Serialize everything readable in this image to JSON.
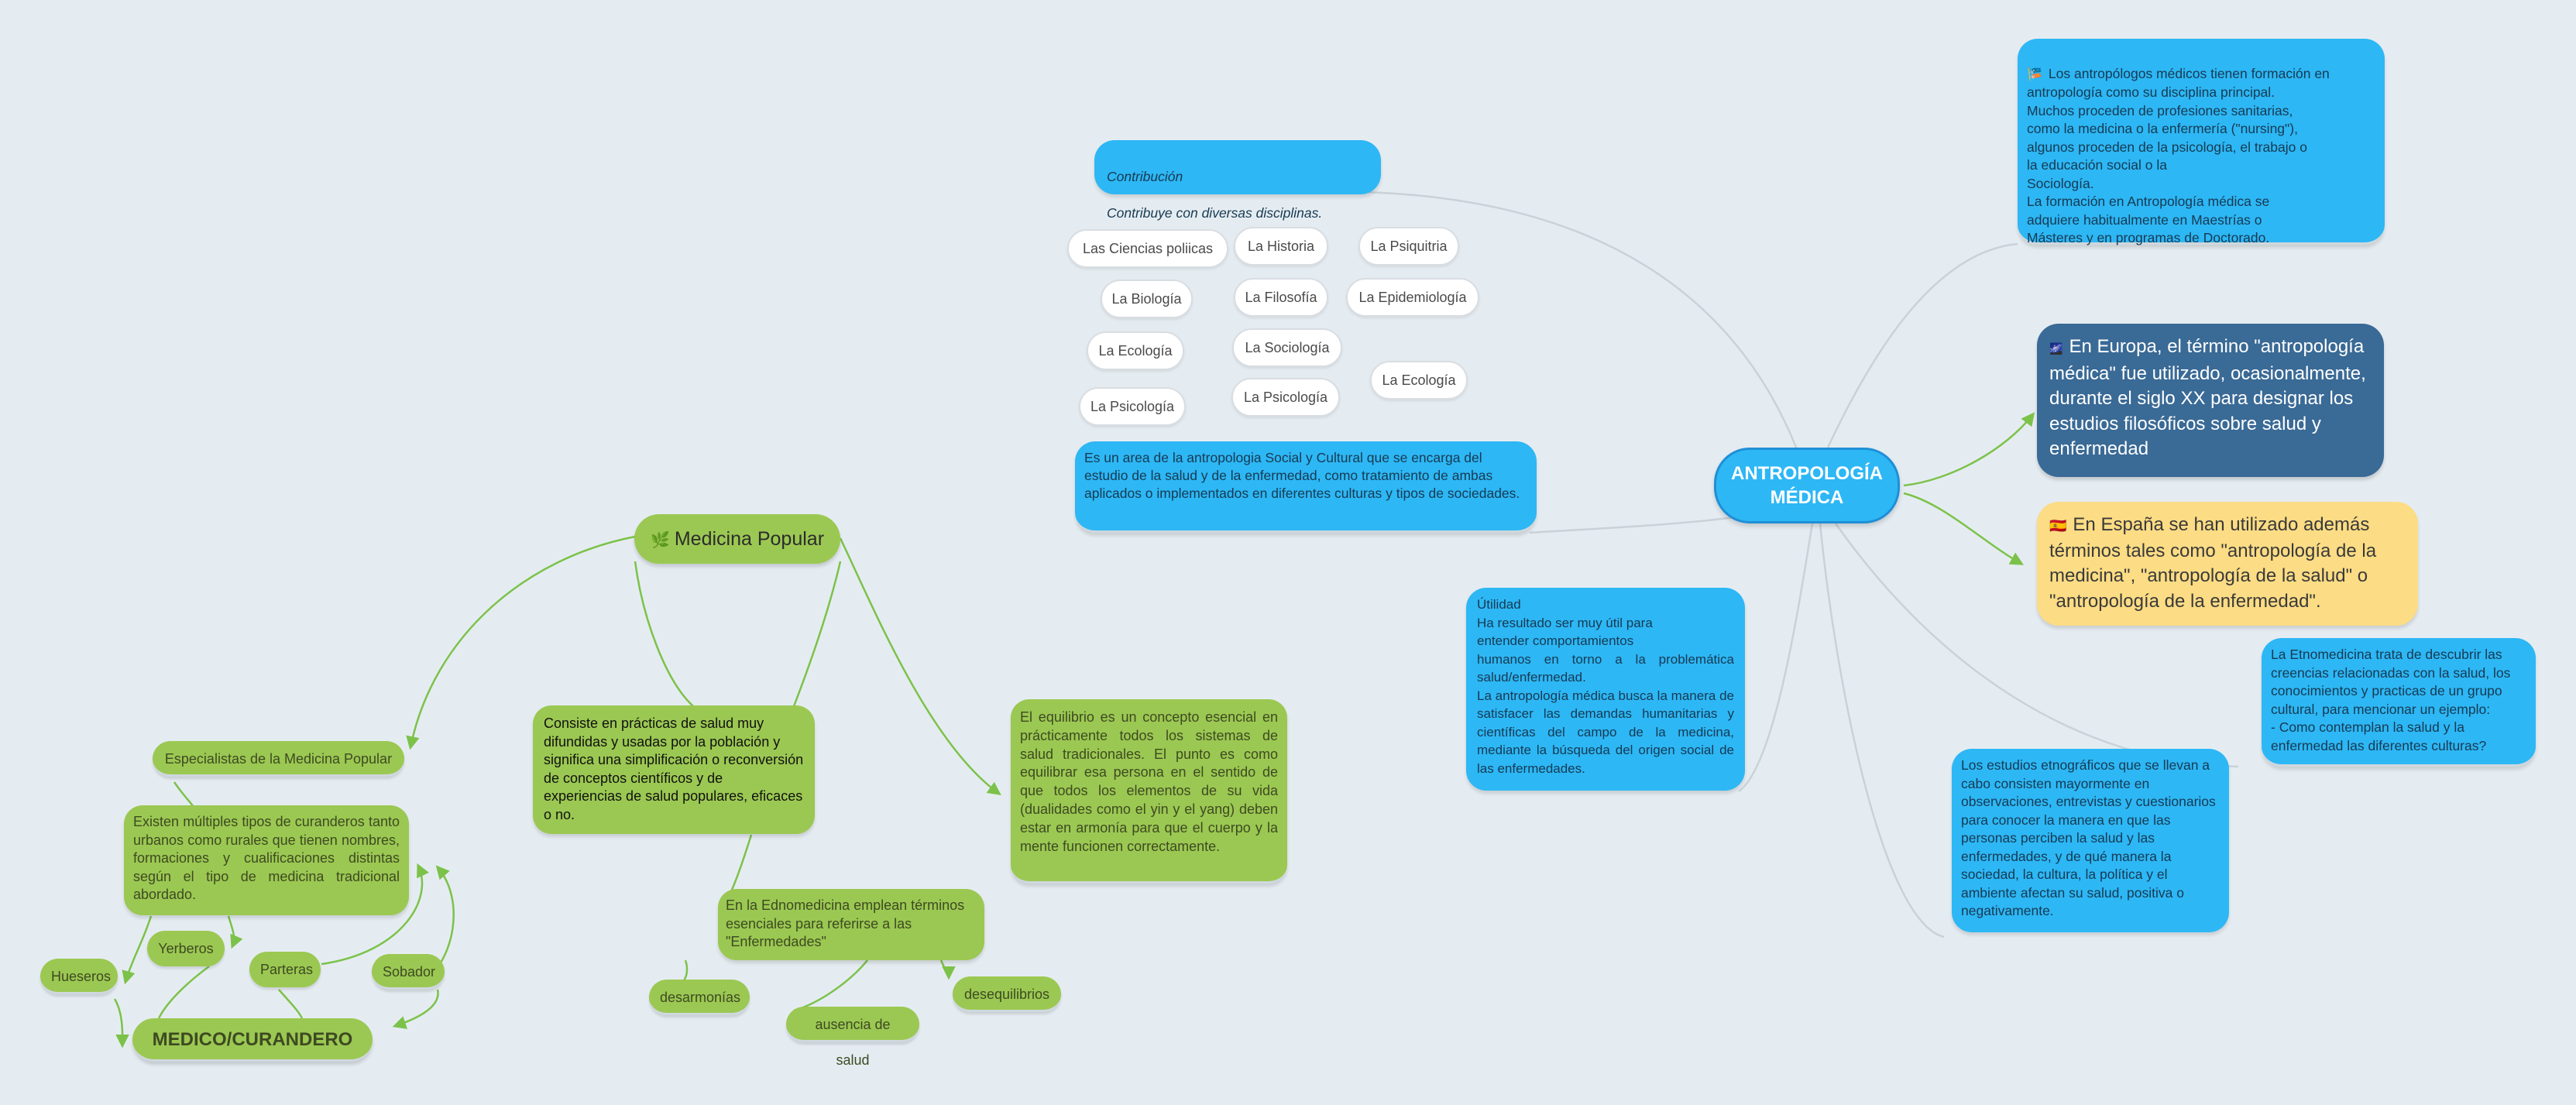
{
  "root": {
    "line1": "ANTROPOLOGÍA",
    "line2": "MÉDICA"
  },
  "contribucion": {
    "title": "Contribución",
    "text": "Contribuye con diversas disciplinas."
  },
  "disciplines": [
    "Las Ciencias poliicas",
    "La Historia",
    "La Psiquitria",
    "La Biología",
    "La Filosofía",
    "La Epidemiología",
    "La Ecología",
    "La Sociología",
    "La Ecología",
    "La Psicología",
    "La Psicología"
  ],
  "definition": "Es un area de la antropologia Social y Cultural que se encarga del estudio de la salud y de la enfermedad, como tratamiento de ambas aplicados o implementados en diferentes culturas y tipos de sociedades.",
  "utilidad": "Útilidad\nHa  resultado  ser  muy  útil  para\n entender  comportamientos\nhumanos en torno a la problemática salud/enfermedad.\nLa antropología médica busca la manera de satisfacer las demandas humanitarias y científicas del campo de la medicina, mediante la búsqueda del origen social de las enfermedades.",
  "formacion": "Los antropólogos médicos tienen formación en antropología como su disciplina principal.\nMuchos proceden de profesiones sanitarias,\ncomo la medicina o la enfermería (\"nursing\"),\nalgunos proceden de la psicología, el trabajo o\nla educación social o la\nSociología.\nLa formación en Antropología médica se\nadquiere habitualmente en Maestrías o\nMásteres  y en programas de Doctorado.",
  "europa": "En Europa, el término \"antropología médica\" fue utilizado, ocasionalmente, durante el siglo XX para designar los estudios filosóficos sobre salud y enfermedad",
  "espana": "En España se han utilizado además términos tales como \"antropología de la medicina\", \"antropología de la salud\" o \"antropología de la enfermedad\".",
  "etnomedicina": "La Etnomedicina trata de descubrir las creencias relacionadas con la salud, los conocimientos y practicas de un grupo cultural, para mencionar un ejemplo:\n- Como contemplan la salud y la enfermedad las diferentes culturas?",
  "etnograficos": "Los estudios etnográficos que se llevan a cabo consisten mayormente en observaciones, entrevistas y cuestionarios para conocer la manera en que las personas perciben la salud y las enfermedades, y de qué manera la sociedad, la cultura, la política y el ambiente afectan su salud, positiva o negativamente.",
  "medicina_popular": {
    "title": "Medicina Popular",
    "consiste": "Consiste en prácticas de salud muy difundidas y usadas por la población y significa una simplificación o reconversión de conceptos científicos y de experiencias de salud populares, eficaces o no.",
    "equilibrio": "El equilibrio es un  concepto  esencial  en  prácticamente  todos  los  sistemas  de salud tradicionales. El  punto  es  como  equilibrar  esa  persona  en  el sentido de que todos los elementos de su vida (dualidades como el yin y el yang)  deben  estar  en  armonía  para que  el  cuerpo  y  la  mente funcionen correctamente.",
    "especialistas": "Especialistas de la Medicina Popular",
    "curanderos": "Existen múltiples tipos de curanderos tanto urbanos como rurales que tienen nombres, formaciones y  cualificaciones distintas  según  el  tipo  de  medicina tradicional  abordado.",
    "yerberos": "Yerberos",
    "parteras": "Parteras",
    "hueseros": "Hueseros",
    "sobador": "Sobador",
    "medico": "MEDICO/CURANDERO",
    "ednomedicina": "En la Ednomedicina emplean términos esenciales para referirse a las \"Enfermedades\"",
    "desarmonias": "desarmonías",
    "ausencia": "ausencia de salud",
    "desequilibrios": "desequilibrios"
  },
  "colors": {
    "background": "#e5ecf1",
    "blue_node": "#2db7f5",
    "dark_node": "#3a6a96",
    "yellow_node": "#fcdc84",
    "green_node": "#9bc852",
    "connector_gray": "#c9d2d8",
    "connector_green": "#7cc24a"
  },
  "icons": [
    "wave-flags-icon",
    "night-sky-icon",
    "spain-flag-icon",
    "leaf-icon"
  ]
}
